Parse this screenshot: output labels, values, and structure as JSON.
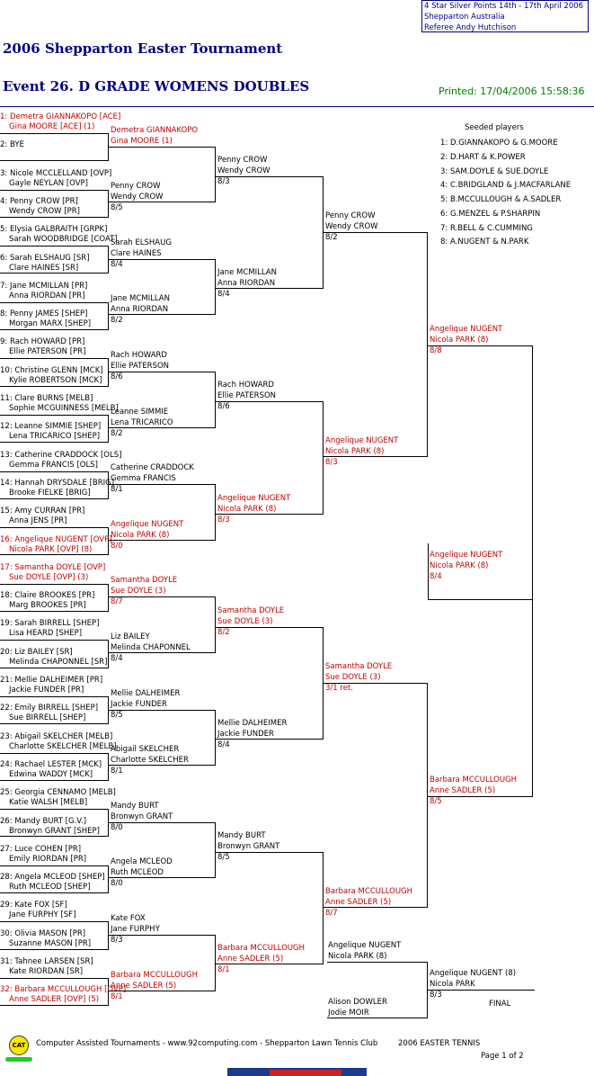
{
  "header": {
    "info_line1": "4 Star Silver Points    14th - 17th April 2006",
    "info_line2": "Shepparton    Australia",
    "info_line3": "Referee   Andy Hutchison",
    "title": "2006 Shepparton Easter Tournament",
    "event": "Event 26. D GRADE WOMENS DOUBLES",
    "printed": "Printed: 17/04/2006 15:58:36"
  },
  "draw": [
    {
      "a": "1: Demetra GIANNAKOPO [ACE]",
      "b": "Gina MOORE [ACE] (1)",
      "red": true
    },
    {
      "a": "2: BYE",
      "b": "",
      "red": false
    },
    {
      "a": "3: Nicole MCCLELLAND [OVP]",
      "b": "Gayle NEYLAN [OVP]",
      "red": false
    },
    {
      "a": "4: Penny CROW [PR]",
      "b": "Wendy CROW [PR]",
      "red": false
    },
    {
      "a": "5: Elysia GALBRAITH [GRPK]",
      "b": "Sarah WOODBRIDGE [COAT]",
      "red": false
    },
    {
      "a": "6: Sarah ELSHAUG [SR]",
      "b": "Clare HAINES [SR]",
      "red": false
    },
    {
      "a": "7: Jane MCMILLAN [PR]",
      "b": "Anna RIORDAN [PR]",
      "red": false
    },
    {
      "a": "8: Penny JAMES [SHEP]",
      "b": "Morgan MARX [SHEP]",
      "red": false
    },
    {
      "a": "9: Rach HOWARD [PR]",
      "b": "Ellie PATERSON [PR]",
      "red": false
    },
    {
      "a": "10: Christine GLENN [MCK]",
      "b": "Kylie ROBERTSON [MCK]",
      "red": false
    },
    {
      "a": "11: Clare BURNS [MELB]",
      "b": "Sophie MCGUINNESS [MELB]",
      "red": false
    },
    {
      "a": "12: Leanne SIMMIE [SHEP]",
      "b": "Lena TRICARICO [SHEP]",
      "red": false
    },
    {
      "a": "13: Catherine CRADDOCK [OLS]",
      "b": "Gemma FRANCIS [OLS]",
      "red": false
    },
    {
      "a": "14: Hannah DRYSDALE [BRIG]",
      "b": "Brooke FIELKE [BRIG]",
      "red": false
    },
    {
      "a": "15: Amy CURRAN [PR]",
      "b": "Anna JENS [PR]",
      "red": false
    },
    {
      "a": "16: Angelique NUGENT [OVP]",
      "b": "Nicola PARK [OVP] (8)",
      "red": true
    },
    {
      "a": "17: Samantha DOYLE [OVP]",
      "b": "Sue DOYLE [OVP] (3)",
      "red": true
    },
    {
      "a": "18: Claire BROOKES [PR]",
      "b": "Marg BROOKES [PR]",
      "red": false
    },
    {
      "a": "19: Sarah BIRRELL [SHEP]",
      "b": "Lisa HEARD [SHEP]",
      "red": false
    },
    {
      "a": "20: Liz BAILEY [SR]",
      "b": "Melinda CHAPONNEL [SR]",
      "red": false
    },
    {
      "a": "21: Mellie DALHEIMER [PR]",
      "b": "Jackie FUNDER [PR]",
      "red": false
    },
    {
      "a": "22: Emily BIRRELL [SHEP]",
      "b": "Sue BIRRELL [SHEP]",
      "red": false
    },
    {
      "a": "23: Abigail SKELCHER [MELB]",
      "b": "Charlotte SKELCHER [MELB]",
      "red": false
    },
    {
      "a": "24: Rachael LESTER [MCK]",
      "b": "Edwina WADDY [MCK]",
      "red": false
    },
    {
      "a": "25: Georgia CENNAMO [MELB]",
      "b": "Katie WALSH [MELB]",
      "red": false
    },
    {
      "a": "26: Mandy BURT [G.V.]",
      "b": "Bronwyn GRANT [SHEP]",
      "red": false
    },
    {
      "a": "27: Luce COHEN [PR]",
      "b": "Emily RIORDAN [PR]",
      "red": false
    },
    {
      "a": "28: Angela MCLEOD [SHEP]",
      "b": "Ruth MCLEOD [SHEP]",
      "red": false
    },
    {
      "a": "29: Kate FOX [SF]",
      "b": "Jane FURPHY [SF]",
      "red": false
    },
    {
      "a": "30: Olivia MASON [PR]",
      "b": "Suzanne MASON [PR]",
      "red": false
    },
    {
      "a": "31: Tahnee LARSEN [SR]",
      "b": "Kate RIORDAN [SR]",
      "red": false
    },
    {
      "a": "32: Barbara MCCULLOUGH [OVP]",
      "b": "Anne SADLER [OVP] (5)",
      "red": true
    }
  ],
  "round2": [
    {
      "a": "Demetra GIANNAKOPO",
      "b": "Gina MOORE (1)",
      "s": "",
      "red": true
    },
    {
      "a": "Penny CROW",
      "b": "Wendy CROW",
      "s": "8/5",
      "red": false
    },
    {
      "a": "Sarah ELSHAUG",
      "b": "Clare HAINES",
      "s": "8/4",
      "red": false
    },
    {
      "a": "Jane MCMILLAN",
      "b": "Anna RIORDAN",
      "s": "8/2",
      "red": false
    },
    {
      "a": "Rach HOWARD",
      "b": "Ellie PATERSON",
      "s": "8/6",
      "red": false
    },
    {
      "a": "Leanne SIMMIE",
      "b": "Lena TRICARICO",
      "s": "8/2",
      "red": false
    },
    {
      "a": "Catherine CRADDOCK",
      "b": "Gemma FRANCIS",
      "s": "8/1",
      "red": false
    },
    {
      "a": "Angelique NUGENT",
      "b": "Nicola PARK (8)",
      "s": "8/0",
      "red": true
    },
    {
      "a": "Samantha DOYLE",
      "b": "Sue DOYLE (3)",
      "s": "8/7",
      "red": true
    },
    {
      "a": "Liz BAILEY",
      "b": "Melinda CHAPONNEL",
      "s": "8/4",
      "red": false
    },
    {
      "a": "Mellie DALHEIMER",
      "b": "Jackie FUNDER",
      "s": "8/5",
      "red": false
    },
    {
      "a": "Abigail SKELCHER",
      "b": "Charlotte SKELCHER",
      "s": "8/1",
      "red": false
    },
    {
      "a": "Mandy BURT",
      "b": "Bronwyn GRANT",
      "s": "8/0",
      "red": false
    },
    {
      "a": "Angela MCLEOD",
      "b": "Ruth MCLEOD",
      "s": "8/0",
      "red": false
    },
    {
      "a": "Kate FOX",
      "b": "Jane FURPHY",
      "s": "8/3",
      "red": false
    },
    {
      "a": "Barbara MCCULLOUGH",
      "b": "Anne SADLER (5)",
      "s": "8/1",
      "red": true
    }
  ],
  "round3": [
    {
      "a": "Penny CROW",
      "b": "Wendy CROW",
      "s": "8/3",
      "red": false
    },
    {
      "a": "Jane MCMILLAN",
      "b": "Anna RIORDAN",
      "s": "8/4",
      "red": false
    },
    {
      "a": "Rach HOWARD",
      "b": "Ellie PATERSON",
      "s": "8/6",
      "red": false
    },
    {
      "a": "Angelique NUGENT",
      "b": "Nicola PARK (8)",
      "s": "8/3",
      "red": true
    },
    {
      "a": "Samantha DOYLE",
      "b": "Sue DOYLE (3)",
      "s": "8/2",
      "red": true
    },
    {
      "a": "Mellie DALHEIMER",
      "b": "Jackie FUNDER",
      "s": "8/4",
      "red": false
    },
    {
      "a": "Mandy BURT",
      "b": "Bronwyn GRANT",
      "s": "8/5",
      "red": false
    },
    {
      "a": "Barbara MCCULLOUGH",
      "b": "Anne SADLER (5)",
      "s": "8/1",
      "red": true
    }
  ],
  "round4": [
    {
      "a": "Penny CROW",
      "b": "Wendy CROW",
      "s": "8/2",
      "red": false
    },
    {
      "a": "Angelique NUGENT",
      "b": "Nicola PARK (8)",
      "s": "8/3",
      "red": true
    },
    {
      "a": "Samantha DOYLE",
      "b": "Sue DOYLE (3)",
      "s": "3/1 ret.",
      "red": true
    },
    {
      "a": "Barbara MCCULLOUGH",
      "b": "Anne SADLER (5)",
      "s": "8/7",
      "red": true
    }
  ],
  "round5": [
    {
      "a": "Angelique NUGENT",
      "b": "Nicola PARK (8)",
      "s": "8/8",
      "red": true
    },
    {
      "a": "Barbara MCCULLOUGH",
      "b": "Anne SADLER (5)",
      "s": "8/5",
      "red": true
    }
  ],
  "semi": {
    "a": "Angelique NUGENT",
    "b": "Nicola PARK (8)",
    "s": "8/4",
    "red": true
  },
  "final": {
    "p1a": "Angelique NUGENT",
    "p1b": "Nicola PARK (8)",
    "p2a": "Alison DOWLER",
    "p2b": "Jodie MOIR",
    "wa": "Angelique NUGENT (8)",
    "wb": "Nicola PARK",
    "ws": "8/3",
    "label": "FINAL"
  },
  "seeded": {
    "heading": "Seeded players",
    "items": [
      "1: D.GIANNAKOPO & G.MOORE",
      "2: D.HART & K.POWER",
      "3: SAM.DOYLE & SUE.DOYLE",
      "4: C.BRIDGLAND & J.MACFARLANE",
      "5: B.MCCULLOUGH & A.SADLER",
      "6: G.MENZEL & P.SHARPIN",
      "7: R.BELL & C.CUMMING",
      "8: A.NUGENT & N.PARK"
    ]
  },
  "footer": {
    "logo": "CAT",
    "text": "Computer Assisted Tournaments - www.92computing.com -   Shepparton Lawn Tennis Club",
    "event": "2006 EASTER TENNIS",
    "page": "Page 1 of 2"
  },
  "colors": {
    "navy": "#000080",
    "winner_red": "#c00000",
    "printed_green": "#008000"
  }
}
